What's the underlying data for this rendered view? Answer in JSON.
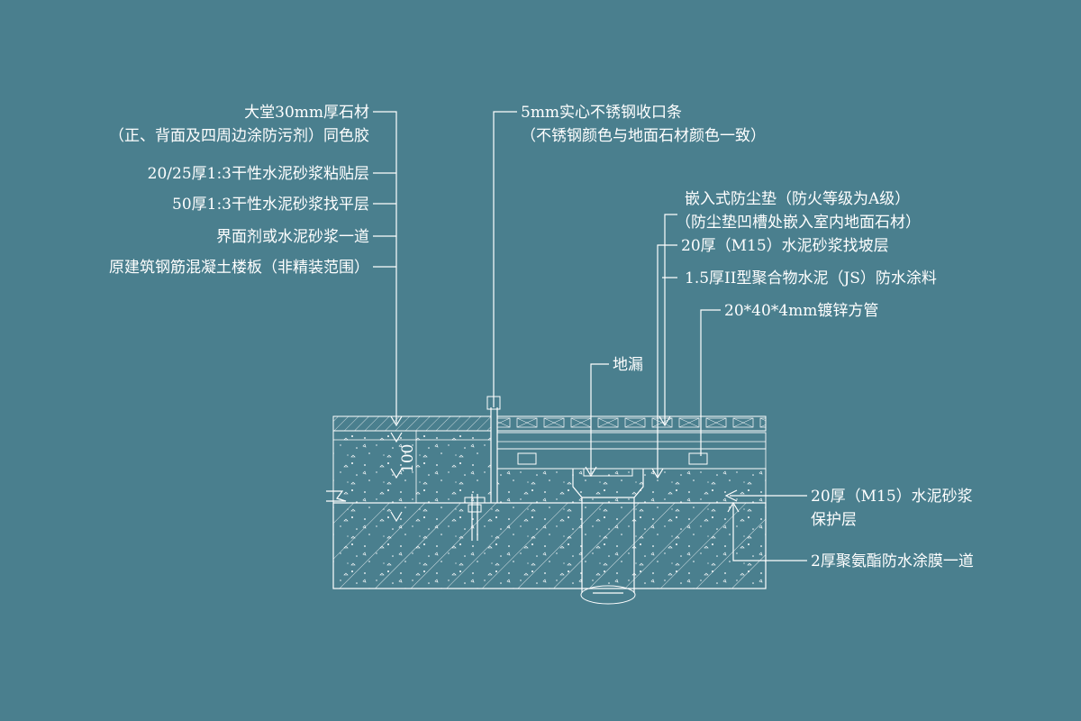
{
  "colors": {
    "background": "#4a7f8e",
    "line": "#ffffff"
  },
  "labels_left": [
    "大堂30mm厚石材",
    "（正、背面及四周边涂防污剂）同色胶",
    "20/25厚1:3干性水泥砂浆粘贴层",
    "50厚1:3干性水泥砂浆找平层",
    "界面剂或水泥砂浆一道",
    "原建筑钢筋混凝土楼板（非精装范围）"
  ],
  "label_trim": [
    "5mm实心不锈钢收口条",
    "（不锈钢颜色与地面石材颜色一致）"
  ],
  "labels_right": [
    "嵌入式防尘垫（防火等级为A级）",
    "（防尘垫凹槽处嵌入室内地面石材）",
    "20厚（M15）水泥砂浆找坡层",
    "1.5厚II型聚合物水泥（JS）防水涂料",
    "20*40*4mm镀锌方管"
  ],
  "label_drain": "地漏",
  "labels_bottom_right": [
    "20厚（M15）水泥砂浆",
    "保护层",
    "2厚聚氨酯防水涂膜一道"
  ],
  "dimension": "100"
}
